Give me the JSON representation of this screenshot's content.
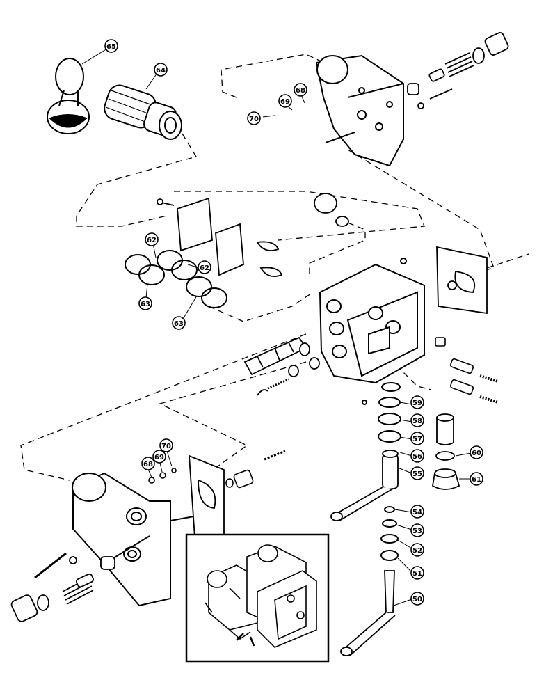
{
  "callouts": {
    "c50": "50",
    "c51": "51",
    "c52": "52",
    "c53": "53",
    "c54": "54",
    "c55": "55",
    "c56": "56",
    "c57": "57",
    "c58": "58",
    "c59": "59",
    "c60": "60",
    "c61": "61",
    "c62a": "62",
    "c62b": "62",
    "c63a": "63",
    "c63b": "63",
    "c64": "64",
    "c65": "65",
    "c68a": "68",
    "c68b": "68",
    "c69a": "69",
    "c69b": "69",
    "c70a": "70",
    "c70b": "70"
  },
  "colors": {
    "ink": "#000000",
    "paper": "#ffffff"
  }
}
